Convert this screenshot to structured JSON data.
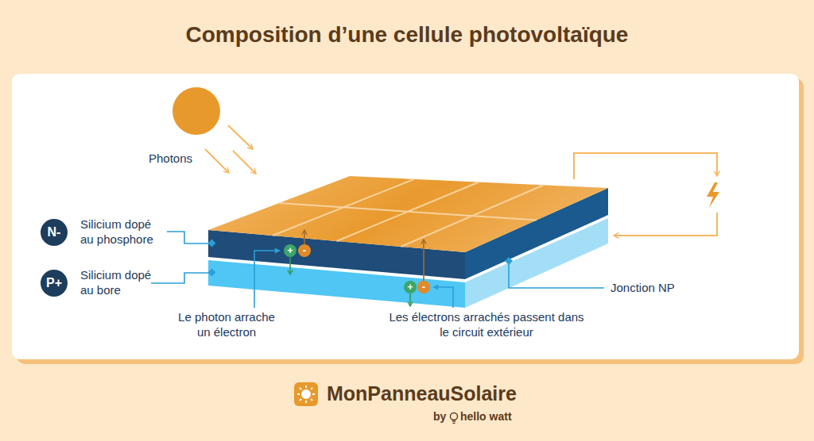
{
  "diagram": {
    "title": "Composition d’une cellule photovoltaïque",
    "nodes": [
      {
        "text": [
          "N-"
        ]
      },
      {
        "text": [
          "P+"
        ]
      },
      {
        "text": [
          "+"
        ]
      },
      {
        "text": [
          "-"
        ]
      },
      {
        "text": [
          "+"
        ]
      },
      {
        "text": [
          "-"
        ]
      }
    ],
    "labels": [
      "Photons",
      "Silicium dopé au phosphore",
      "Silicium dopé au bore",
      "Le photon arrache un électron",
      "Les électrons arrachés passent dans le circuit extérieur",
      "Jonction NP",
      "MonPanneauSolaire",
      "by",
      "hello watt"
    ]
  }
}
